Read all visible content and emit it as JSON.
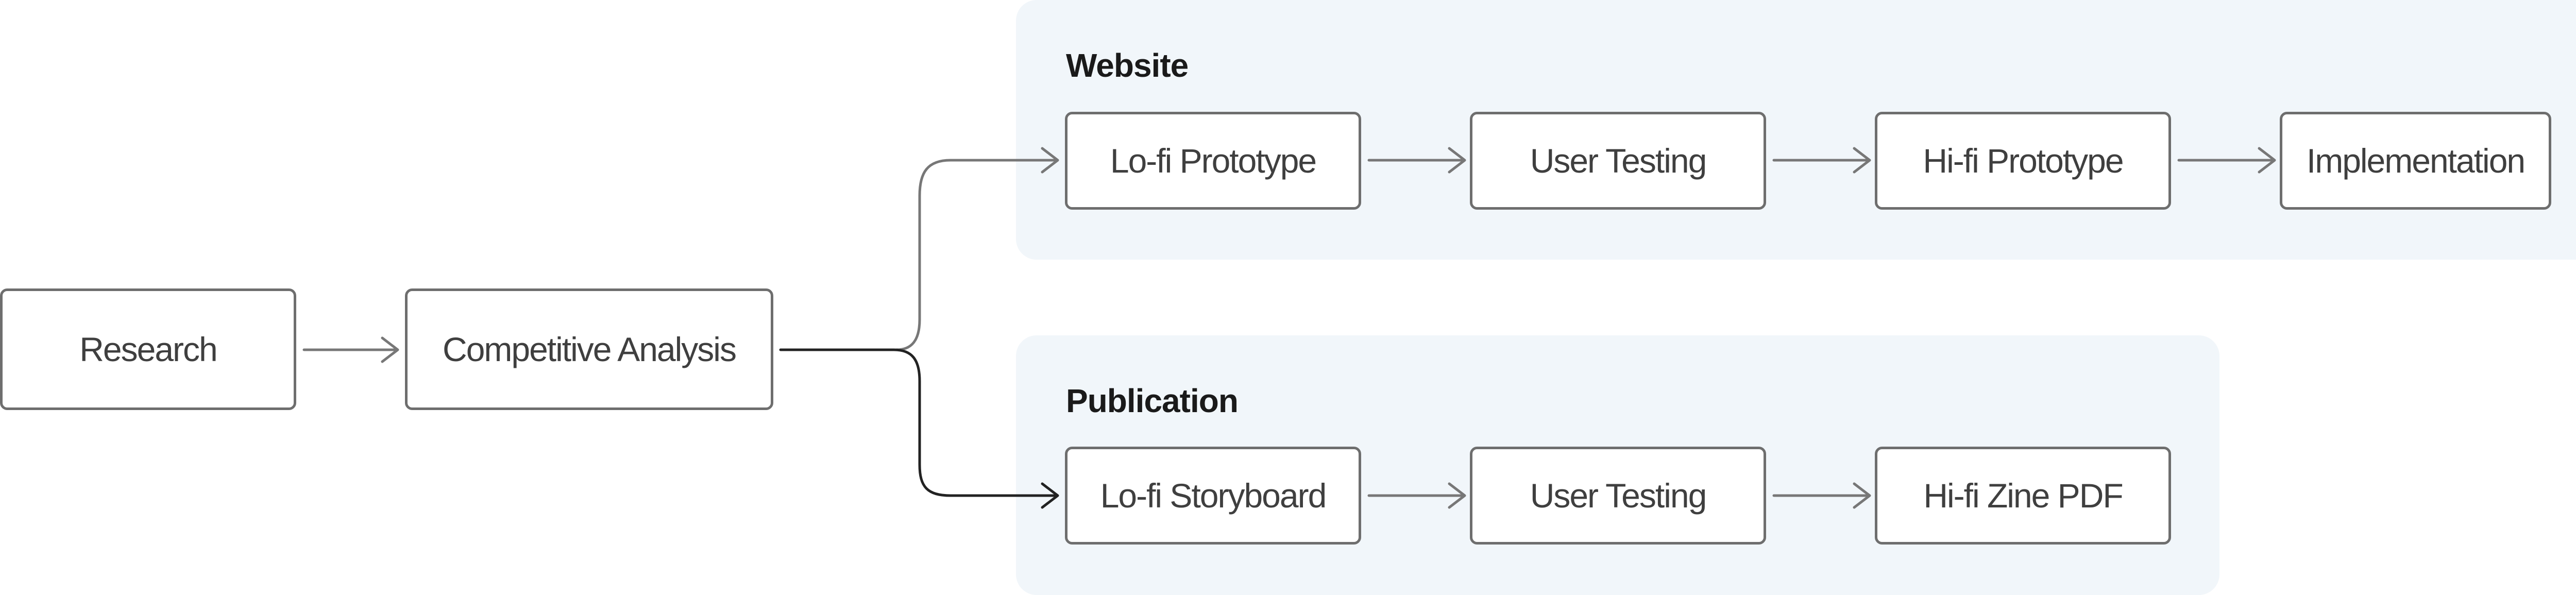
{
  "groups": {
    "website": {
      "title": "Website"
    },
    "publication": {
      "title": "Publication"
    }
  },
  "nodes": {
    "research": "Research",
    "competitive_analysis": "Competitive Analysis",
    "website": {
      "lofi_prototype": "Lo-fi Prototype",
      "user_testing": "User Testing",
      "hifi_prototype": "Hi-fi Prototype",
      "implementation": "Implementation"
    },
    "publication": {
      "lofi_storyboard": "Lo-fi Storyboard",
      "user_testing": "User Testing",
      "hifi_zine_pdf": "Hi-fi Zine PDF"
    }
  },
  "colors": {
    "group_background": "#f1f6fa",
    "node_border": "#6e6e6e",
    "connector_grey": "#777777",
    "connector_dark": "#222222"
  }
}
